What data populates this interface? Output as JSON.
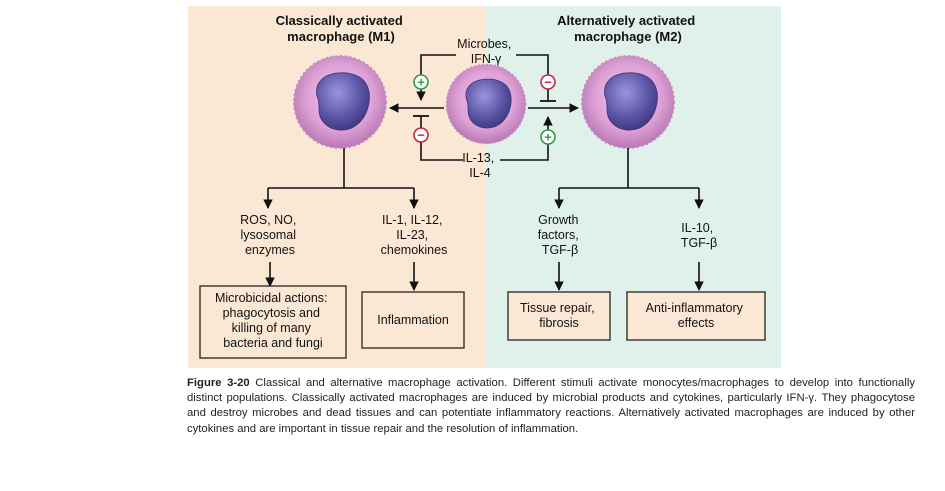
{
  "panels": {
    "m1": {
      "title_lines": [
        "Classically activated",
        "macrophage (M1)"
      ],
      "bg": "#fbe8d4"
    },
    "m2": {
      "title_lines": [
        "Alternatively activated",
        "macrophage (M2)"
      ],
      "bg": "#e0f0ea"
    }
  },
  "stimuli": {
    "top": [
      "Microbes,",
      "IFN-γ"
    ],
    "bottom": [
      "IL-13,",
      "IL-4"
    ]
  },
  "signs": {
    "plus": "+",
    "minus": "−"
  },
  "m1_outputs": {
    "left": [
      "ROS, NO,",
      "lysosomal",
      "enzymes"
    ],
    "right": [
      "IL-1, IL-12,",
      "IL-23,",
      "chemokines"
    ]
  },
  "m2_outputs": {
    "left": [
      "Growth",
      "factors,",
      "TGF-β"
    ],
    "right": [
      "IL-10,",
      "TGF-β"
    ]
  },
  "boxes": {
    "microbicidal": [
      "Microbicidal actions:",
      "phagocytosis and",
      "killing of many",
      "bacteria and fungi"
    ],
    "inflammation": [
      "Inflammation"
    ],
    "tissue_repair": [
      "Tissue repair,",
      "fibrosis"
    ],
    "anti_inflammatory": [
      "Anti-inflammatory",
      "effects"
    ]
  },
  "caption": {
    "label": "Figure 3-20",
    "text": "Classical and alternative macrophage activation. Different stimuli activate monocytes/macrophages to develop into functionally distinct populations. Classically activated macrophages are induced by microbial products and cytokines, particularly IFN-γ. They phagocytose and destroy microbes and dead tissues and can potentiate inflammatory reactions. Alternatively activated macrophages are induced by other cytokines and are important in tissue repair and the resolution of inflammation."
  },
  "colors": {
    "box_fill": "#fbe8d4",
    "box_stroke": "#222222",
    "plus": "#2e9a4a",
    "minus": "#c0263c",
    "cytoplasm": "#dfa1d6",
    "nucleus": "#5d56a8"
  }
}
